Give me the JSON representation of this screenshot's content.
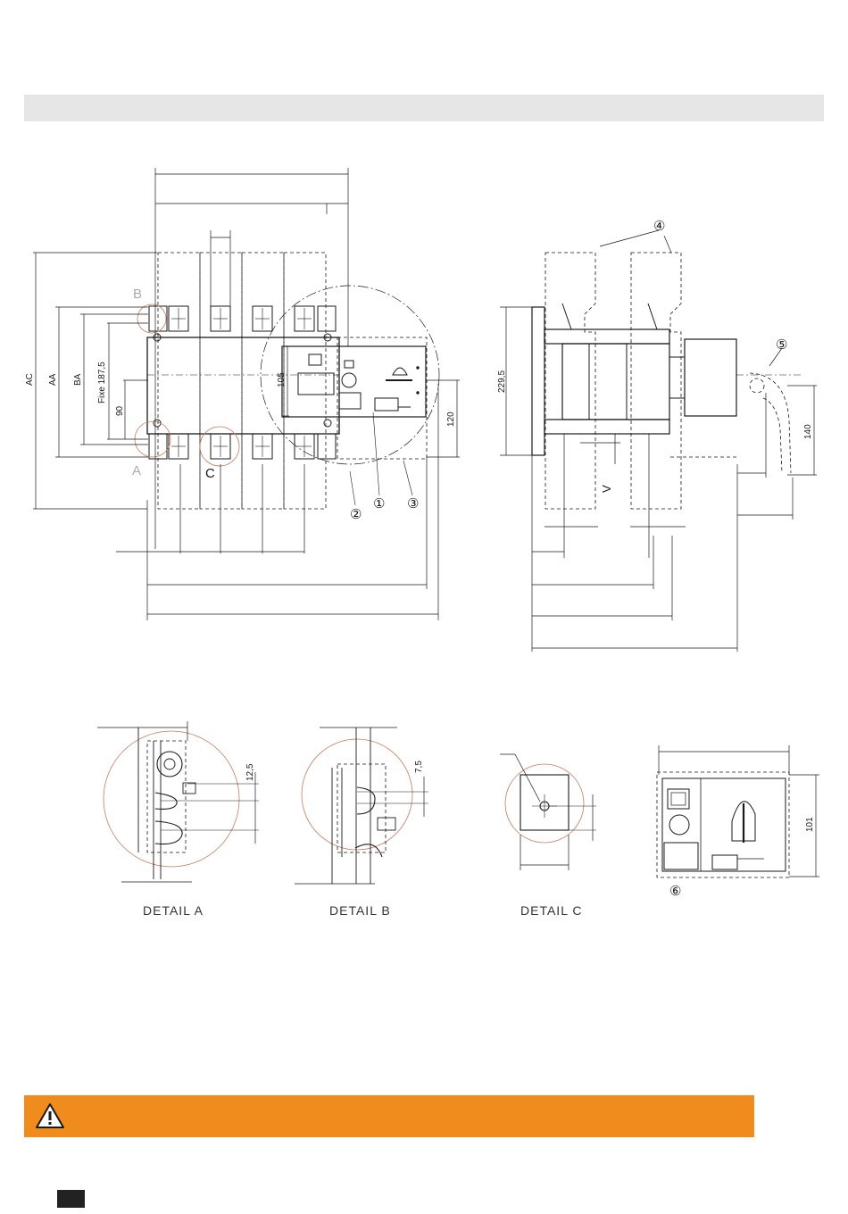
{
  "labels": {
    "ac": "AC",
    "aa": "AA",
    "ba": "BA",
    "fixe": "Fixe 187,5",
    "d90": "90",
    "d105": "105",
    "d120": "120",
    "d229": "229,5",
    "d140": "140",
    "d12": "12,5",
    "d7": "7,5",
    "d101": "101",
    "v": "V",
    "a": "A",
    "b": "B",
    "c": "C",
    "n1": "①",
    "n2": "②",
    "n3": "③",
    "n4": "④",
    "n5": "⑤",
    "n6": "⑥",
    "detail_a": "DETAIL A",
    "detail_b": "DETAIL B",
    "detail_c": "DETAIL C"
  },
  "colors": {
    "header_band": "#e6e6e6",
    "warning_band": "#f08c1e",
    "detail_circle": "#c87a5e",
    "line": "#1a1a1a"
  },
  "icons": {
    "warning": "warning-triangle-icon"
  }
}
